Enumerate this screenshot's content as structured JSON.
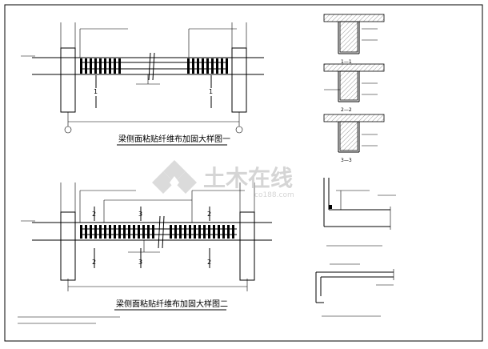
{
  "drawing": {
    "title_1": "梁侧面粘贴纤维布加固大样图一",
    "title_2": "梁侧面粘贴纤维布加固大样图二",
    "section_marks": {
      "one": "1",
      "two": "2",
      "three": "3"
    },
    "side_labels": {
      "upper": "1—1",
      "middle": "2—2",
      "lower": "3—3"
    }
  },
  "watermark": {
    "brand": "土木在线",
    "site": "co188.com"
  }
}
